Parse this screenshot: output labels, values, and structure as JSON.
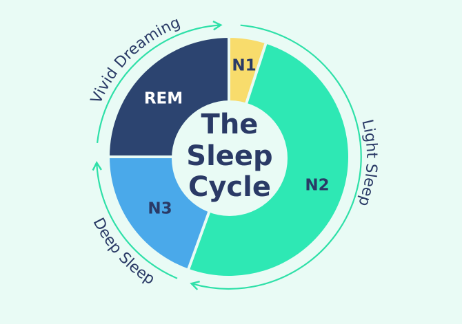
{
  "title_lines": [
    "The",
    "Sleep",
    "Cycle"
  ],
  "segments": [
    {
      "id": "n1",
      "label": "N1",
      "share_percent": 5,
      "color": "#f8dc6c",
      "text_color": "#2a3a66"
    },
    {
      "id": "n2",
      "label": "N2",
      "share_percent": 50.5,
      "color": "#2ee8b4",
      "text_color": "#2a3a66"
    },
    {
      "id": "n3",
      "label": "N3",
      "share_percent": 19.5,
      "color": "#4aa9ea",
      "text_color": "#2a3a66"
    },
    {
      "id": "rem",
      "label": "REM",
      "share_percent": 25,
      "color": "#2c4470",
      "text_color": "#ffffff"
    }
  ],
  "phase_labels": {
    "light": "Light Sleep",
    "deep": "Deep Sleep",
    "dreaming": "Vivid Dreaming"
  },
  "colors": {
    "background": "#e9fbf5",
    "arrow": "#2ee0a8",
    "center": "#e9fbf5",
    "text": "#2a3a66"
  }
}
